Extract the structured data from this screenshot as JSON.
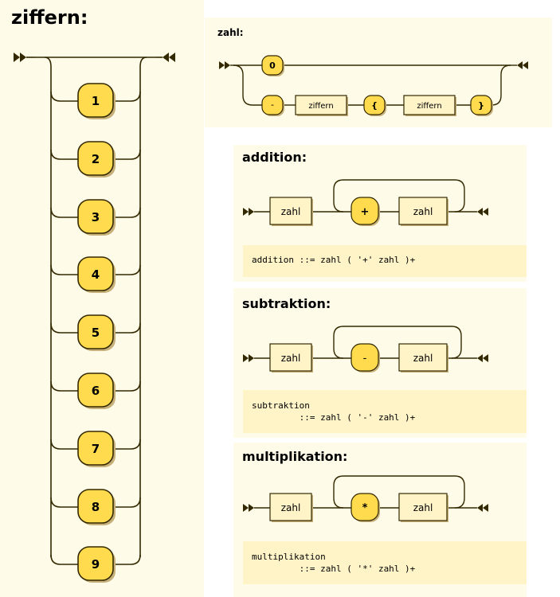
{
  "colors": {
    "panel_bg": "#fffbe9",
    "code_bg": "#fff4c8",
    "terminal_fill": "#ffdb4d",
    "nonterminal_fill": "#fff4c8",
    "line": "#332900",
    "shadow": "#c7b07a"
  },
  "ziffern": {
    "title": "ziffern:",
    "digits": [
      "1",
      "2",
      "3",
      "4",
      "5",
      "6",
      "7",
      "8",
      "9"
    ]
  },
  "zahl": {
    "title": "zahl:",
    "zero": "0",
    "minus": "-",
    "ziffern_ref_1": "ziffern",
    "open_brace": "{",
    "ziffern_ref_2": "ziffern",
    "close_brace": "}"
  },
  "addition": {
    "title": "addition:",
    "ref": "zahl",
    "op": "+",
    "ref2": "zahl",
    "code": "addition ::= zahl ( '+' zahl )+"
  },
  "subtraktion": {
    "title": "subtraktion:",
    "ref": "zahl",
    "op": "-",
    "ref2": "zahl",
    "code_line1": "subtraktion",
    "code_line2": "         ::= zahl ( '-' zahl )+"
  },
  "multiplikation": {
    "title": "multiplikation:",
    "ref": "zahl",
    "op": "*",
    "ref2": "zahl",
    "code_line1": "multiplikation",
    "code_line2": "         ::= zahl ( '*' zahl )+"
  }
}
